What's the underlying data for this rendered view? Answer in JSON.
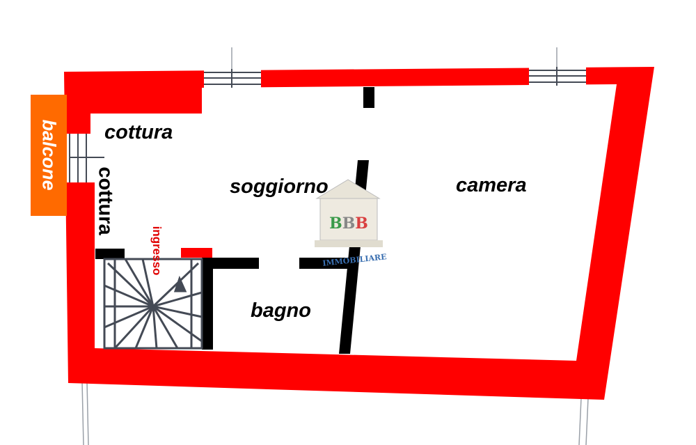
{
  "rooms": {
    "cottura_top": "cottura",
    "cottura_side": "cottura",
    "soggiorno": "soggiorno",
    "camera": "camera",
    "bagno": "bagno",
    "ingresso": "ingresso",
    "balcone": "balcone"
  },
  "logo": {
    "letters": "BBB",
    "text": "IMMOBILIARE"
  },
  "colors": {
    "wall": "#ff0000",
    "balcony": "#ff6a00",
    "interior_wall": "#000000",
    "drawing_lines": "#444a55",
    "ingresso_label": "#e00000"
  }
}
